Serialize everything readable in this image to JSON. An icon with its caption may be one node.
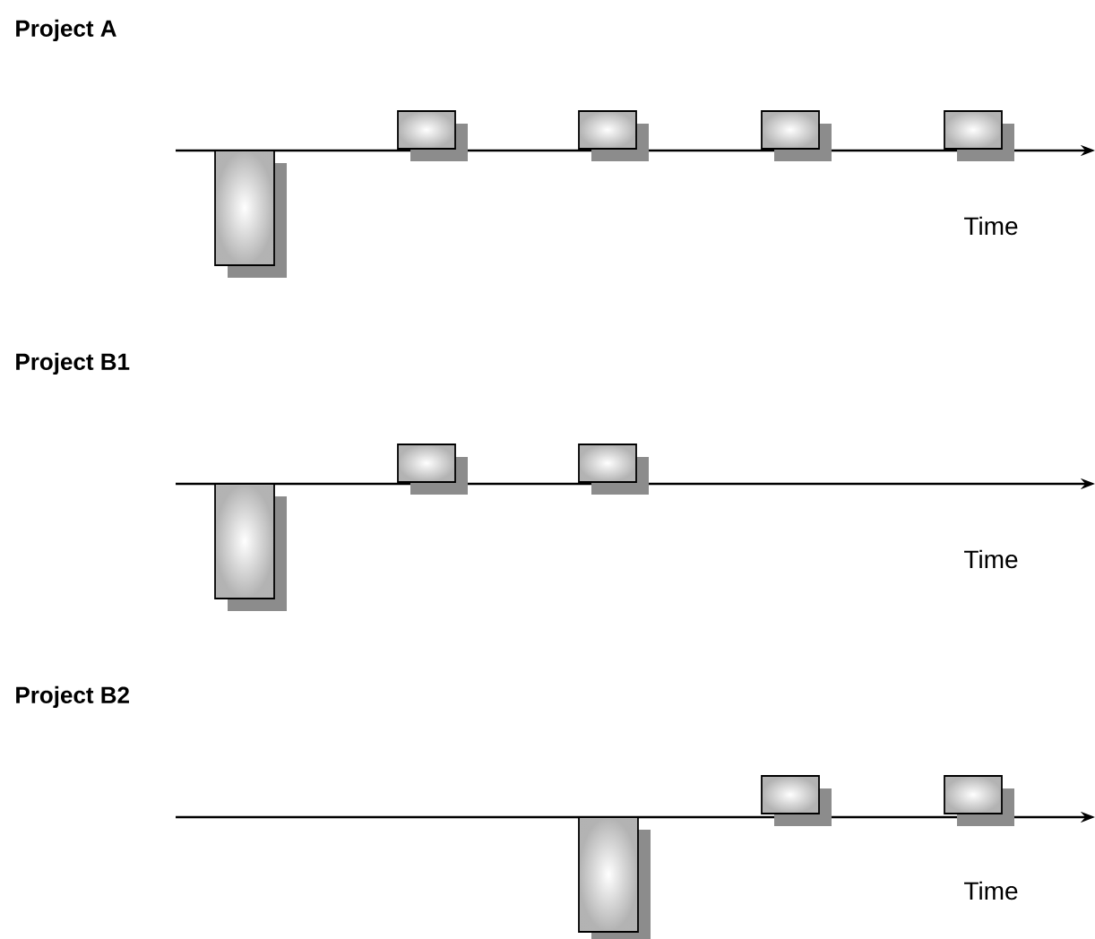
{
  "diagram": {
    "nodes": [
      {
        "text": [],
        "shape": "bar"
      },
      {
        "text": [],
        "shape": "box"
      },
      {
        "text": [],
        "shape": "box"
      },
      {
        "text": [],
        "shape": "box"
      },
      {
        "text": [],
        "shape": "box"
      },
      {
        "text": [],
        "shape": "bar"
      },
      {
        "text": [],
        "shape": "box"
      },
      {
        "text": [],
        "shape": "box"
      },
      {
        "text": [],
        "shape": "bar"
      },
      {
        "text": [],
        "shape": "box"
      },
      {
        "text": [],
        "shape": "box"
      }
    ],
    "labels": [
      "Project A",
      "Time",
      "Project B1",
      "Time",
      "Project B2",
      "Time"
    ]
  }
}
